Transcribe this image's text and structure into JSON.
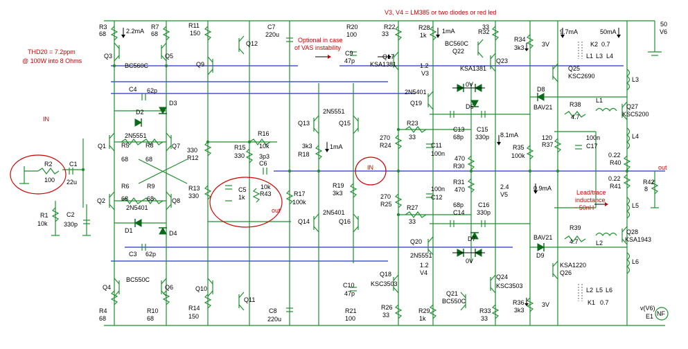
{
  "notes": {
    "thd_line1": "THD20 = 7.2ppm",
    "thd_line2": "@ 100W into 8 Ohms",
    "v3v4_note": "V3, V4 = LM385 or two diodes or red led",
    "optional_line1": "Optional in case",
    "optional_line2": "of VAS instability",
    "lead_line1": "Lead/trace",
    "lead_line2": "inductance",
    "lead_line3": "~ 50nH",
    "in_left": "IN",
    "in_right": "IN",
    "out_right": "out",
    "out_mid": "out"
  },
  "labels": [
    "R3",
    "68",
    "2.2mA",
    "R7",
    "68",
    "Q3",
    "Q5",
    "BC560C",
    "R11",
    "150",
    "Q12",
    "C7",
    "220u",
    "Q9",
    "C4",
    "62p",
    "D3",
    "D2",
    "Q1",
    "2N5551",
    "Q7",
    "R5",
    "68",
    "R8",
    "68",
    "330",
    "R12",
    "R15",
    "330",
    "R16",
    "10k",
    "C6",
    "3p3",
    "R18",
    "3k3",
    "1mA",
    "Q13",
    "2N5551",
    "Q15",
    "R2",
    "100",
    "C1",
    "22u",
    "R6",
    "68",
    "R9",
    "68",
    "Q2",
    "Q8",
    "2N5401",
    "R13",
    "330",
    "C5",
    "1k",
    "R43",
    "10k",
    "R17",
    "100k",
    "R1",
    "10k",
    "C2",
    "330p",
    "D1",
    "D4",
    "C3",
    "62p",
    "Q4",
    "Q6",
    "BC550C",
    "R4",
    "68",
    "R10",
    "68",
    "Q10",
    "Q11",
    "R14",
    "150",
    "C8",
    "220u",
    "R19",
    "3k3",
    "Q14",
    "2N5401",
    "Q16",
    "C9",
    "47p",
    "R20",
    "100",
    "R22",
    "33",
    "Q17",
    "KSA1381",
    "R28",
    "1k",
    "1mA",
    "V3",
    "1.2",
    "BC560C",
    "Q22",
    "R32",
    "33",
    "Q23",
    "KSA1381",
    "R34",
    "3k3",
    "3V",
    "9.7mA",
    "K2",
    "0.7",
    "L1",
    "L3",
    "L4",
    "50mA",
    "V6",
    "50",
    "2N5401",
    "Q19",
    "0V",
    "D6",
    "Q25",
    "KSC2690",
    "D8",
    "BAV21",
    "R38",
    "4.7",
    "L1",
    "Q27",
    "KSC5200",
    "L3",
    "R23",
    "33",
    "R24",
    "270",
    "C11",
    "100n",
    "C13",
    "68p",
    "C15",
    "330p",
    "8.1mA",
    "R35",
    "100k",
    "R37",
    "120",
    "C17",
    "100n",
    "L4",
    "R40",
    "0.22",
    "R30",
    "470",
    "R31",
    "470",
    "R42",
    "8",
    "R41",
    "0.22",
    "V5",
    "2.4",
    "0.9mA",
    "R25",
    "270",
    "C12",
    "100n",
    "R27",
    "33",
    "C14",
    "68p",
    "C16",
    "330p",
    "L5",
    "Q20",
    "2N5551",
    "D7",
    "0V",
    "D9",
    "BAV21",
    "R39",
    "4.7",
    "L2",
    "Q28",
    "KSA1943",
    "L6",
    "KSA1220",
    "Q26",
    "V4",
    "1.2",
    "Q18",
    "KSC3503",
    "Q24",
    "KSC3503",
    "Q21",
    "BC550C",
    "C10",
    "47p",
    "R21",
    "100",
    "R26",
    "33",
    "R29",
    "1k",
    "R33",
    "33",
    "R36",
    "3k3",
    "3V",
    "L2",
    "L5",
    "L6",
    "K1",
    "0.7",
    "v(V6)",
    "E1",
    "NF"
  ]
}
